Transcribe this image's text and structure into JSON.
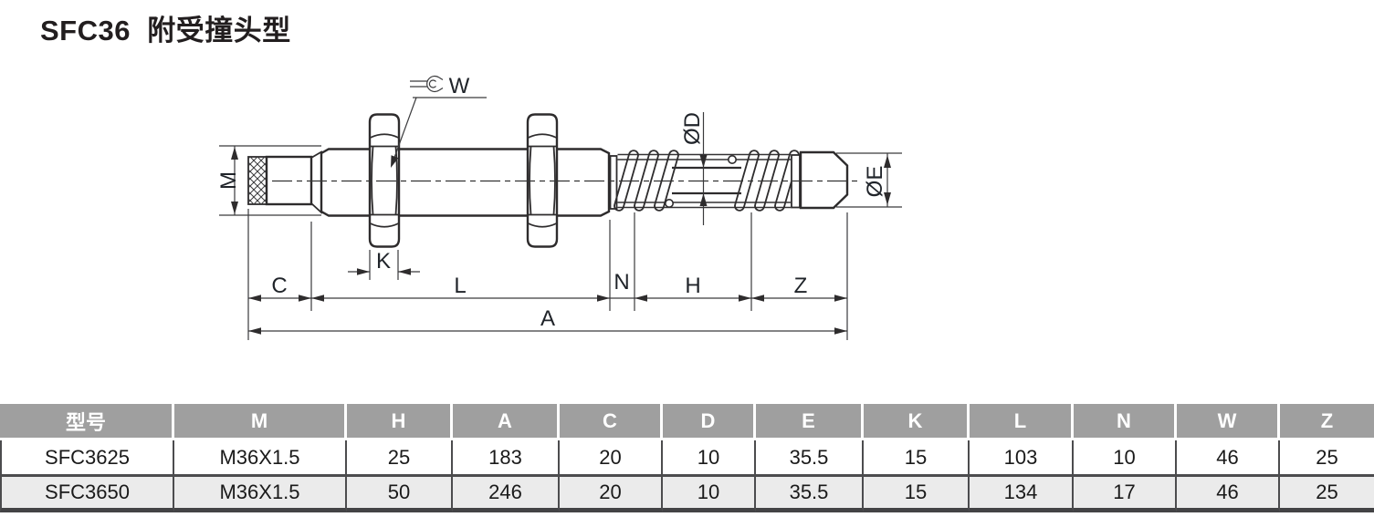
{
  "title": "SFC36  附受撞头型",
  "diagram": {
    "labels": {
      "m": "M",
      "w": "W",
      "k": "K",
      "c": "C",
      "l": "L",
      "n": "N",
      "h": "H",
      "z": "Z",
      "a": "A",
      "dia_d": "ØD",
      "dia_e": "ØE"
    }
  },
  "table": {
    "headers": [
      "型号",
      "M",
      "H",
      "A",
      "C",
      "D",
      "E",
      "K",
      "L",
      "N",
      "W",
      "Z"
    ],
    "rows": [
      [
        "SFC3625",
        "M36X1.5",
        "25",
        "183",
        "20",
        "10",
        "35.5",
        "15",
        "103",
        "10",
        "46",
        "25"
      ],
      [
        "SFC3650",
        "M36X1.5",
        "50",
        "246",
        "20",
        "10",
        "35.5",
        "15",
        "134",
        "17",
        "46",
        "25"
      ]
    ]
  },
  "colors": {
    "header_bg": "#9f9f9f",
    "row_alt_bg": "#ebebeb",
    "border_dark": "#4c4c4e",
    "line": "#2e2c2d",
    "text": "#1a1a1a"
  }
}
